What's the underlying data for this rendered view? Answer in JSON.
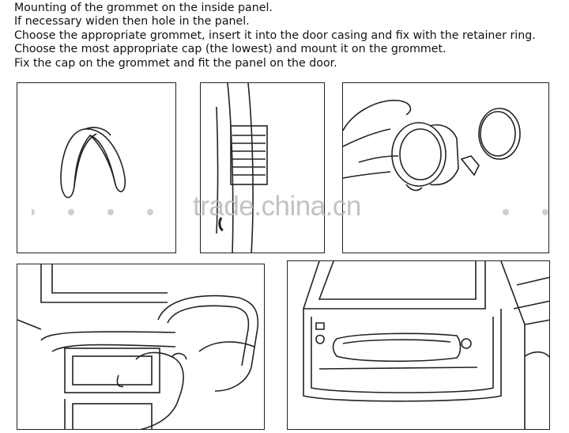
{
  "instructions": [
    "Mounting of the grommet on the inside panel.",
    "If necessary widen then hole in the panel.",
    "Choose the appropriate grommet, insert it into the door casing and fix with the retainer ring.",
    "Choose the most appropriate cap (the lowest) and mount it on the grommet.",
    "Fix the cap on the grommet and  fit the panel on the door."
  ],
  "watermark": "trade.china.cn",
  "colors": {
    "ink": "#222222",
    "watermark": "#b8b8b8",
    "background": "#ffffff"
  },
  "icons": {
    "panel1": "grommet-ring-icon",
    "panel2": "door-casing-icon",
    "panel3": "hand-inserting-grommet-icon",
    "panel4": "hand-fitting-panel-icon",
    "panel5": "door-panel-icon"
  }
}
